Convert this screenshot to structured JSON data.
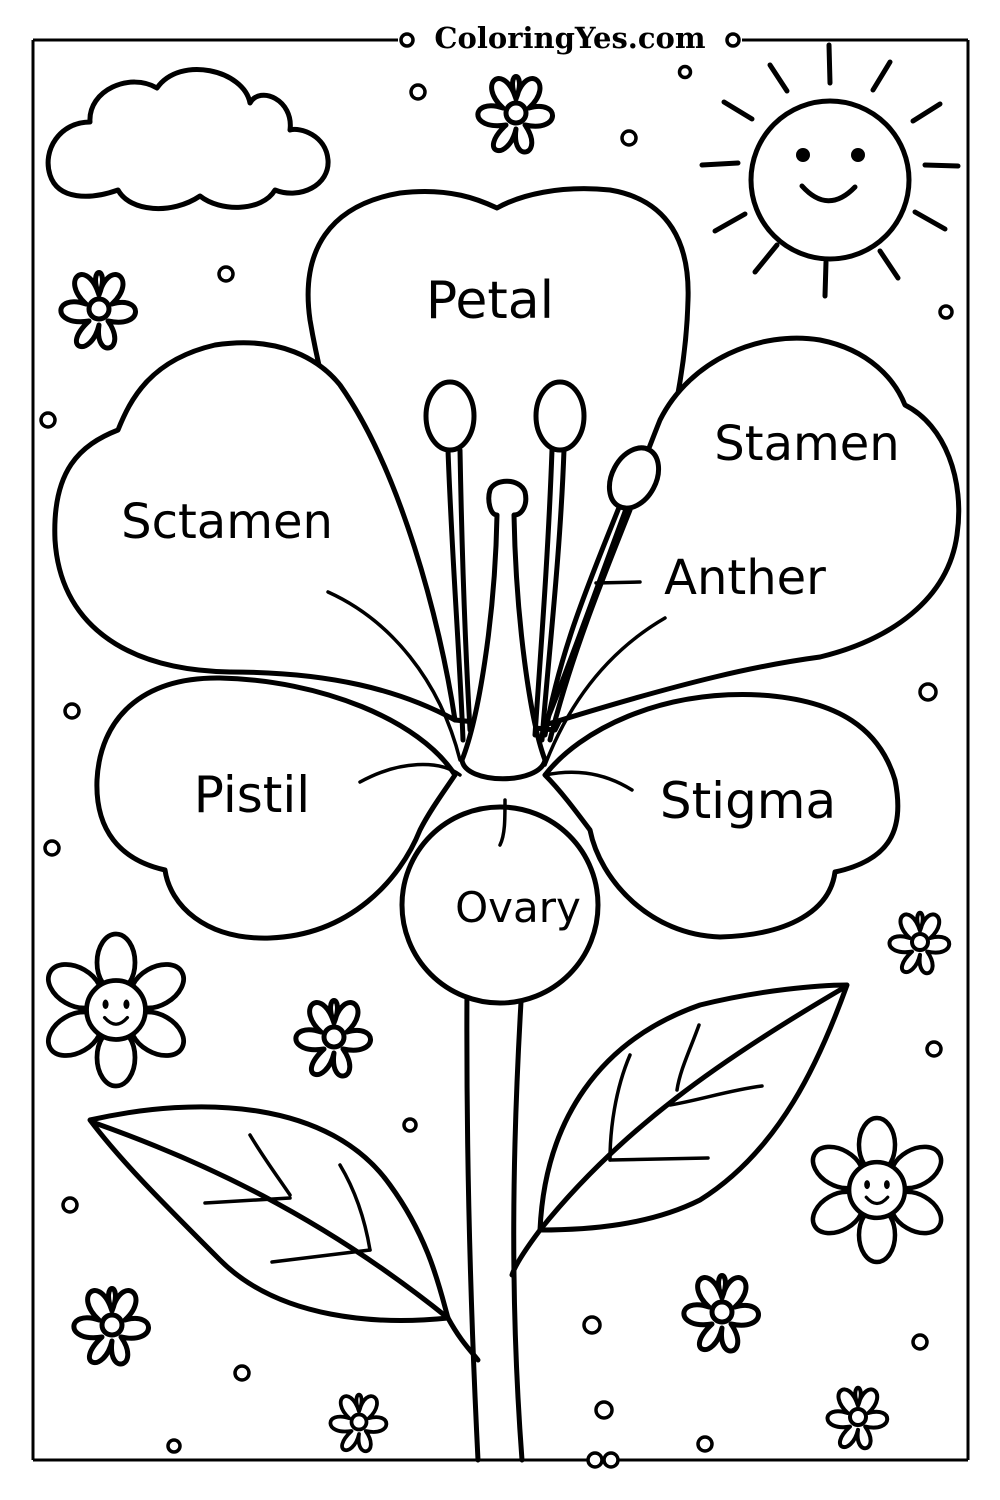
{
  "header": {
    "brand": "ColoringYes.com"
  },
  "diagram": {
    "title_petal_label": "Petal",
    "labels": {
      "petal": "Petal",
      "left_upper": "Sctamen",
      "right_upper": "Stamen",
      "anther": "Anther",
      "left_lower": "Pistil",
      "right_lower": "Stigma",
      "ovary": "Ovary"
    }
  },
  "colors": {
    "line": "#000000",
    "background": "#ffffff"
  },
  "decorations": {
    "cloud": "cloud-icon",
    "sun": "smiling-sun-icon",
    "flowers": [
      "flower-icon",
      "smiling-flower-icon"
    ]
  }
}
